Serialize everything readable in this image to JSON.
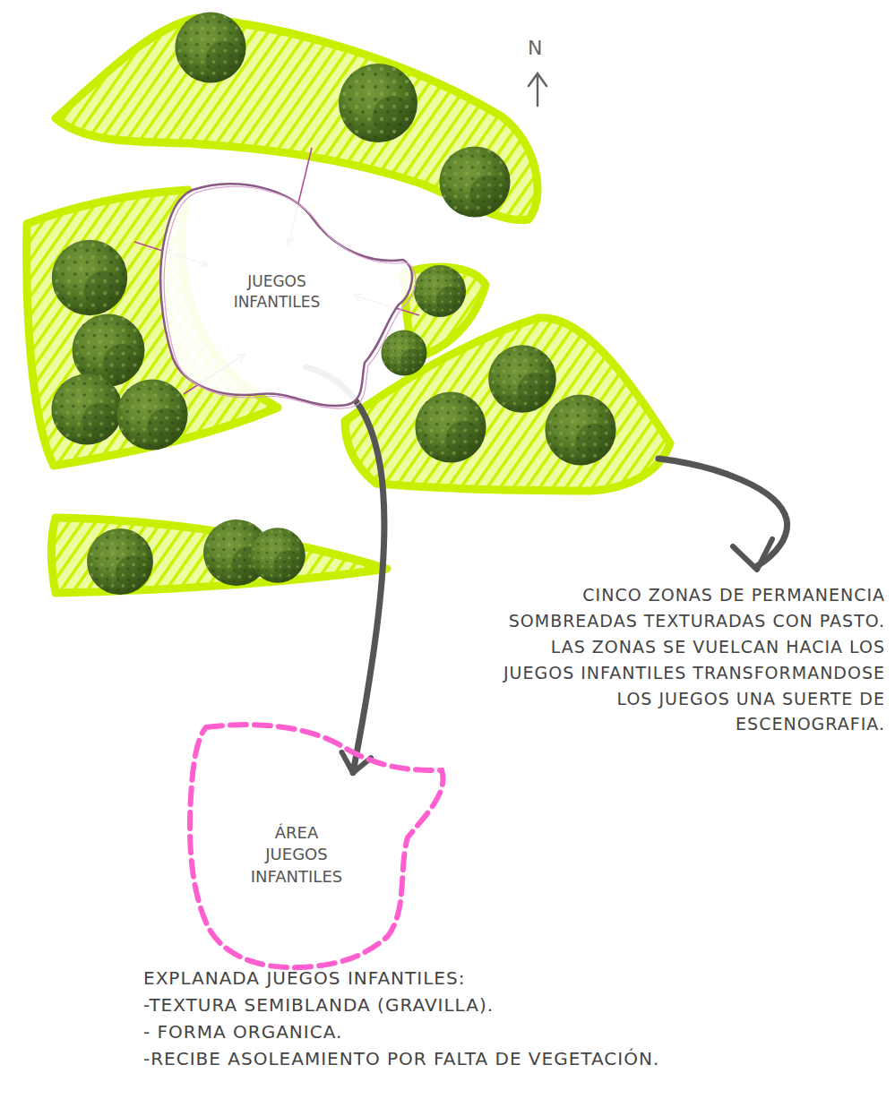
{
  "diagram": {
    "nodes": [
      {
        "text": [
          "JUEGOS INFANTILES"
        ]
      },
      {
        "text": [
          "ÁREA JUEGOS INFANTILES"
        ]
      }
    ],
    "edges": [
      {
        "from": 0,
        "to": 1,
        "arrow": "to"
      }
    ],
    "labels": [
      "N",
      "CINCO ZONAS DE PERMANENCIA SOMBREADAS TEXTURADAS CON PASTO. LAS ZONAS SE VUELCAN HACIA LOS JUEGOS INFANTILES TRANSFORMANDOSE LOS JUEGOS UNA SUERTE DE ESCENOGRAFIA.",
      "EXPLANADA JUEGOS INFANTILES:",
      "-TEXTURA SEMIBLANDA (GRAVILLA).",
      "- FORMA ORGANICA.",
      "-RECIBE ASOLEAMIENTO POR FALTA DE VEGETACIÓN."
    ]
  }
}
